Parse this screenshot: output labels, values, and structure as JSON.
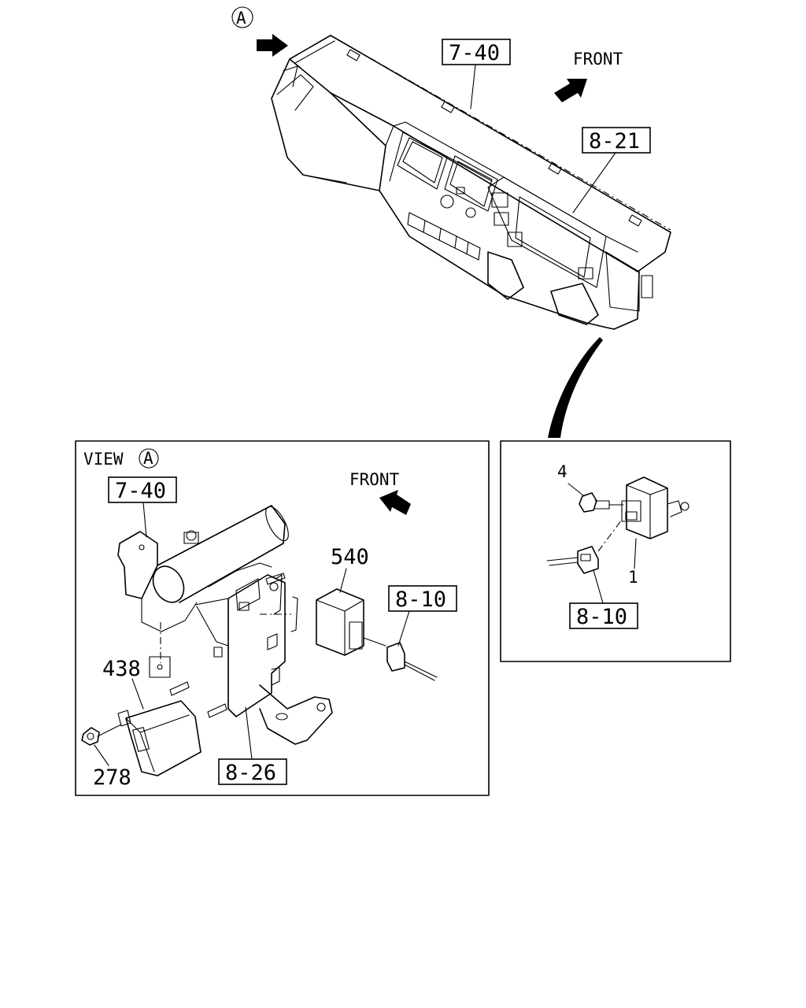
{
  "callouts": {
    "top_ref_1": "7-40",
    "top_ref_2": "8-21",
    "view_ref_1": "7-40",
    "view_ref_2": "8-10",
    "view_ref_3": "8-26",
    "detail_ref_1": "8-10"
  },
  "part_numbers": {
    "p540": "540",
    "p438": "438",
    "p278": "278",
    "p4": "4",
    "p1": "1"
  },
  "direction": {
    "front_top": "FRONT",
    "front_view": "FRONT"
  },
  "view": {
    "marker": "A",
    "title": "VIEW",
    "title_marker": "A"
  }
}
